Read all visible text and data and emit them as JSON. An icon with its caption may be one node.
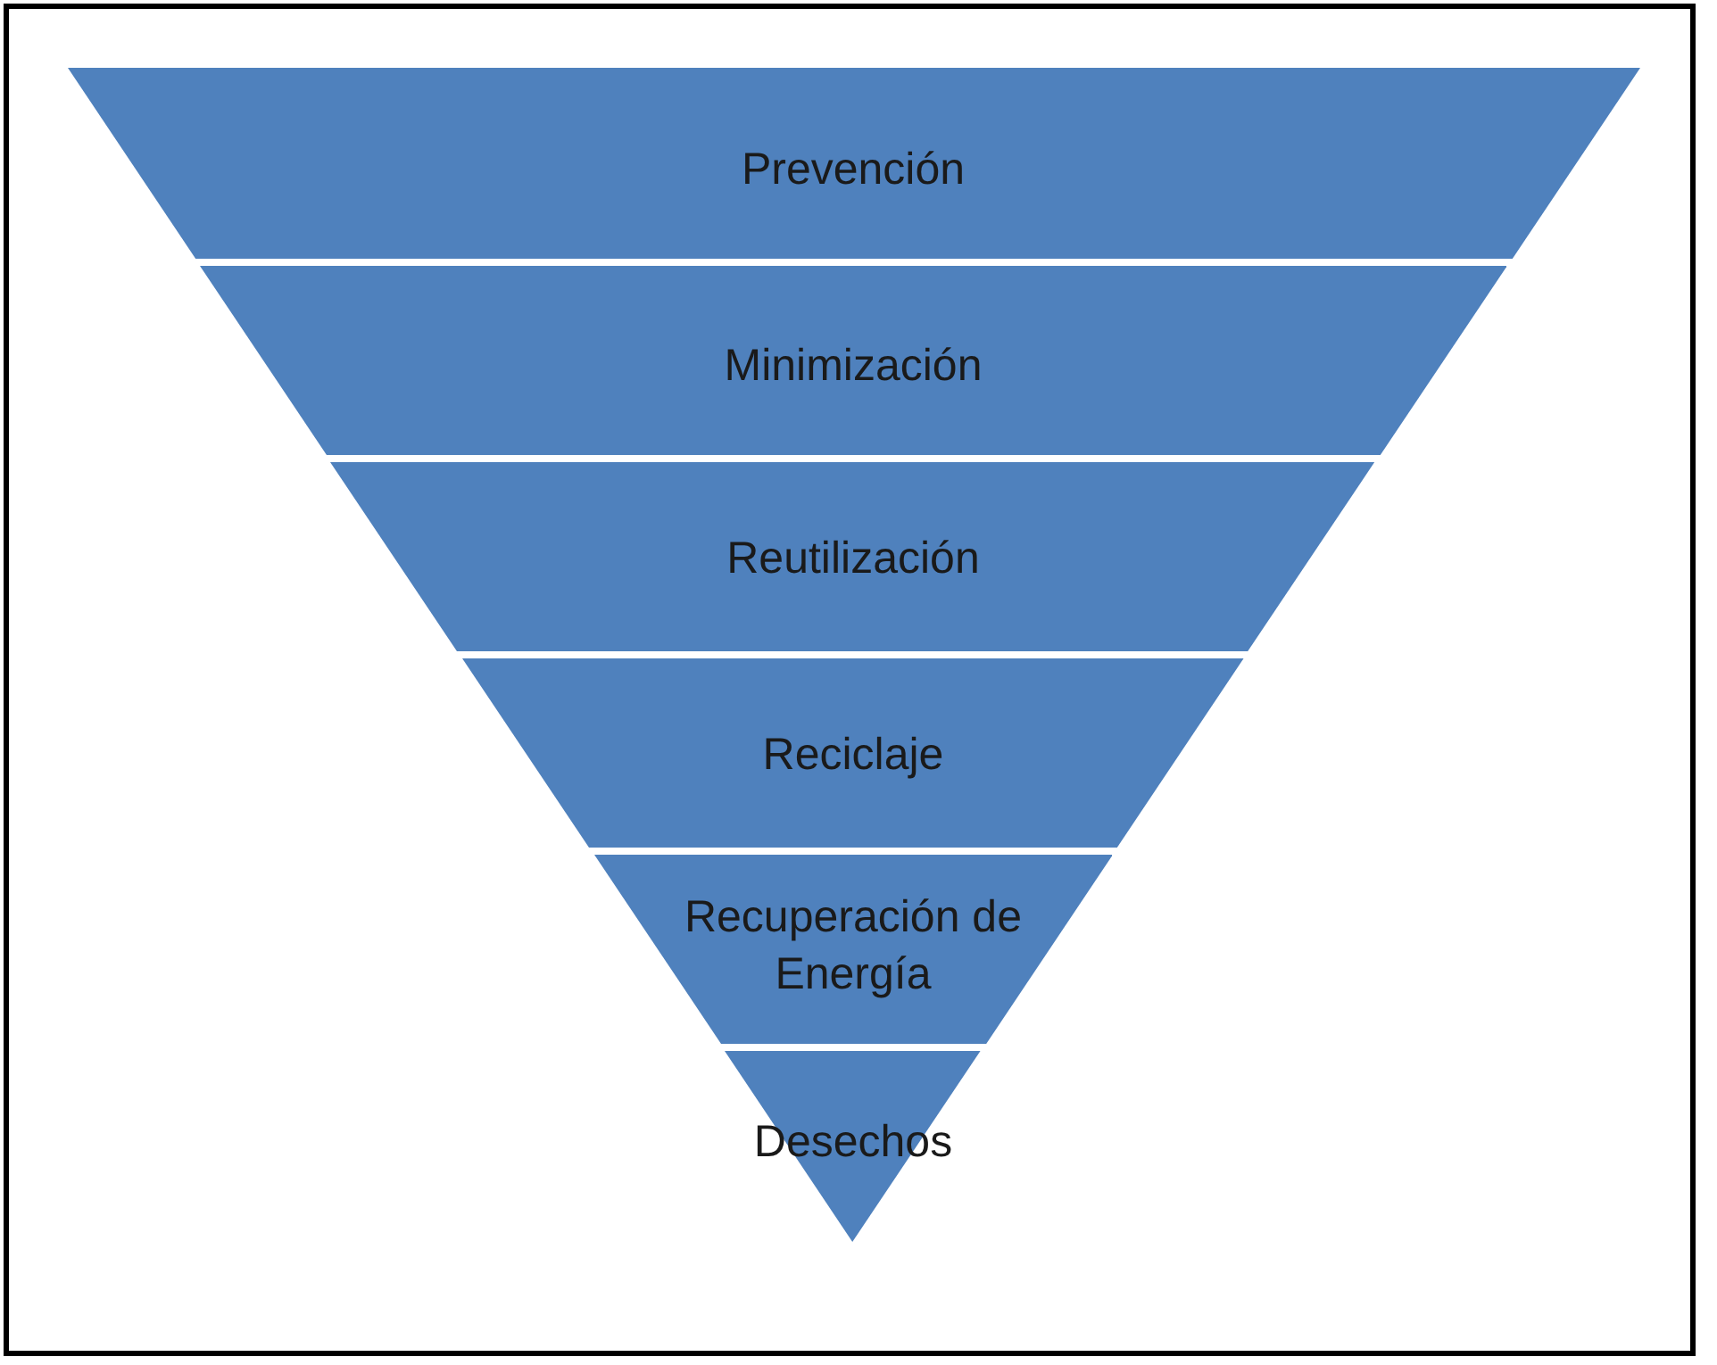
{
  "diagram": {
    "nodes": [
      {
        "text": [
          "Prevención"
        ]
      },
      {
        "text": [
          "Minimización"
        ]
      },
      {
        "text": [
          "Reutilización"
        ]
      },
      {
        "text": [
          "Reciclaje"
        ]
      },
      {
        "text": [
          "Recuperación de Energía"
        ]
      },
      {
        "text": [
          "Desechos"
        ]
      }
    ]
  }
}
